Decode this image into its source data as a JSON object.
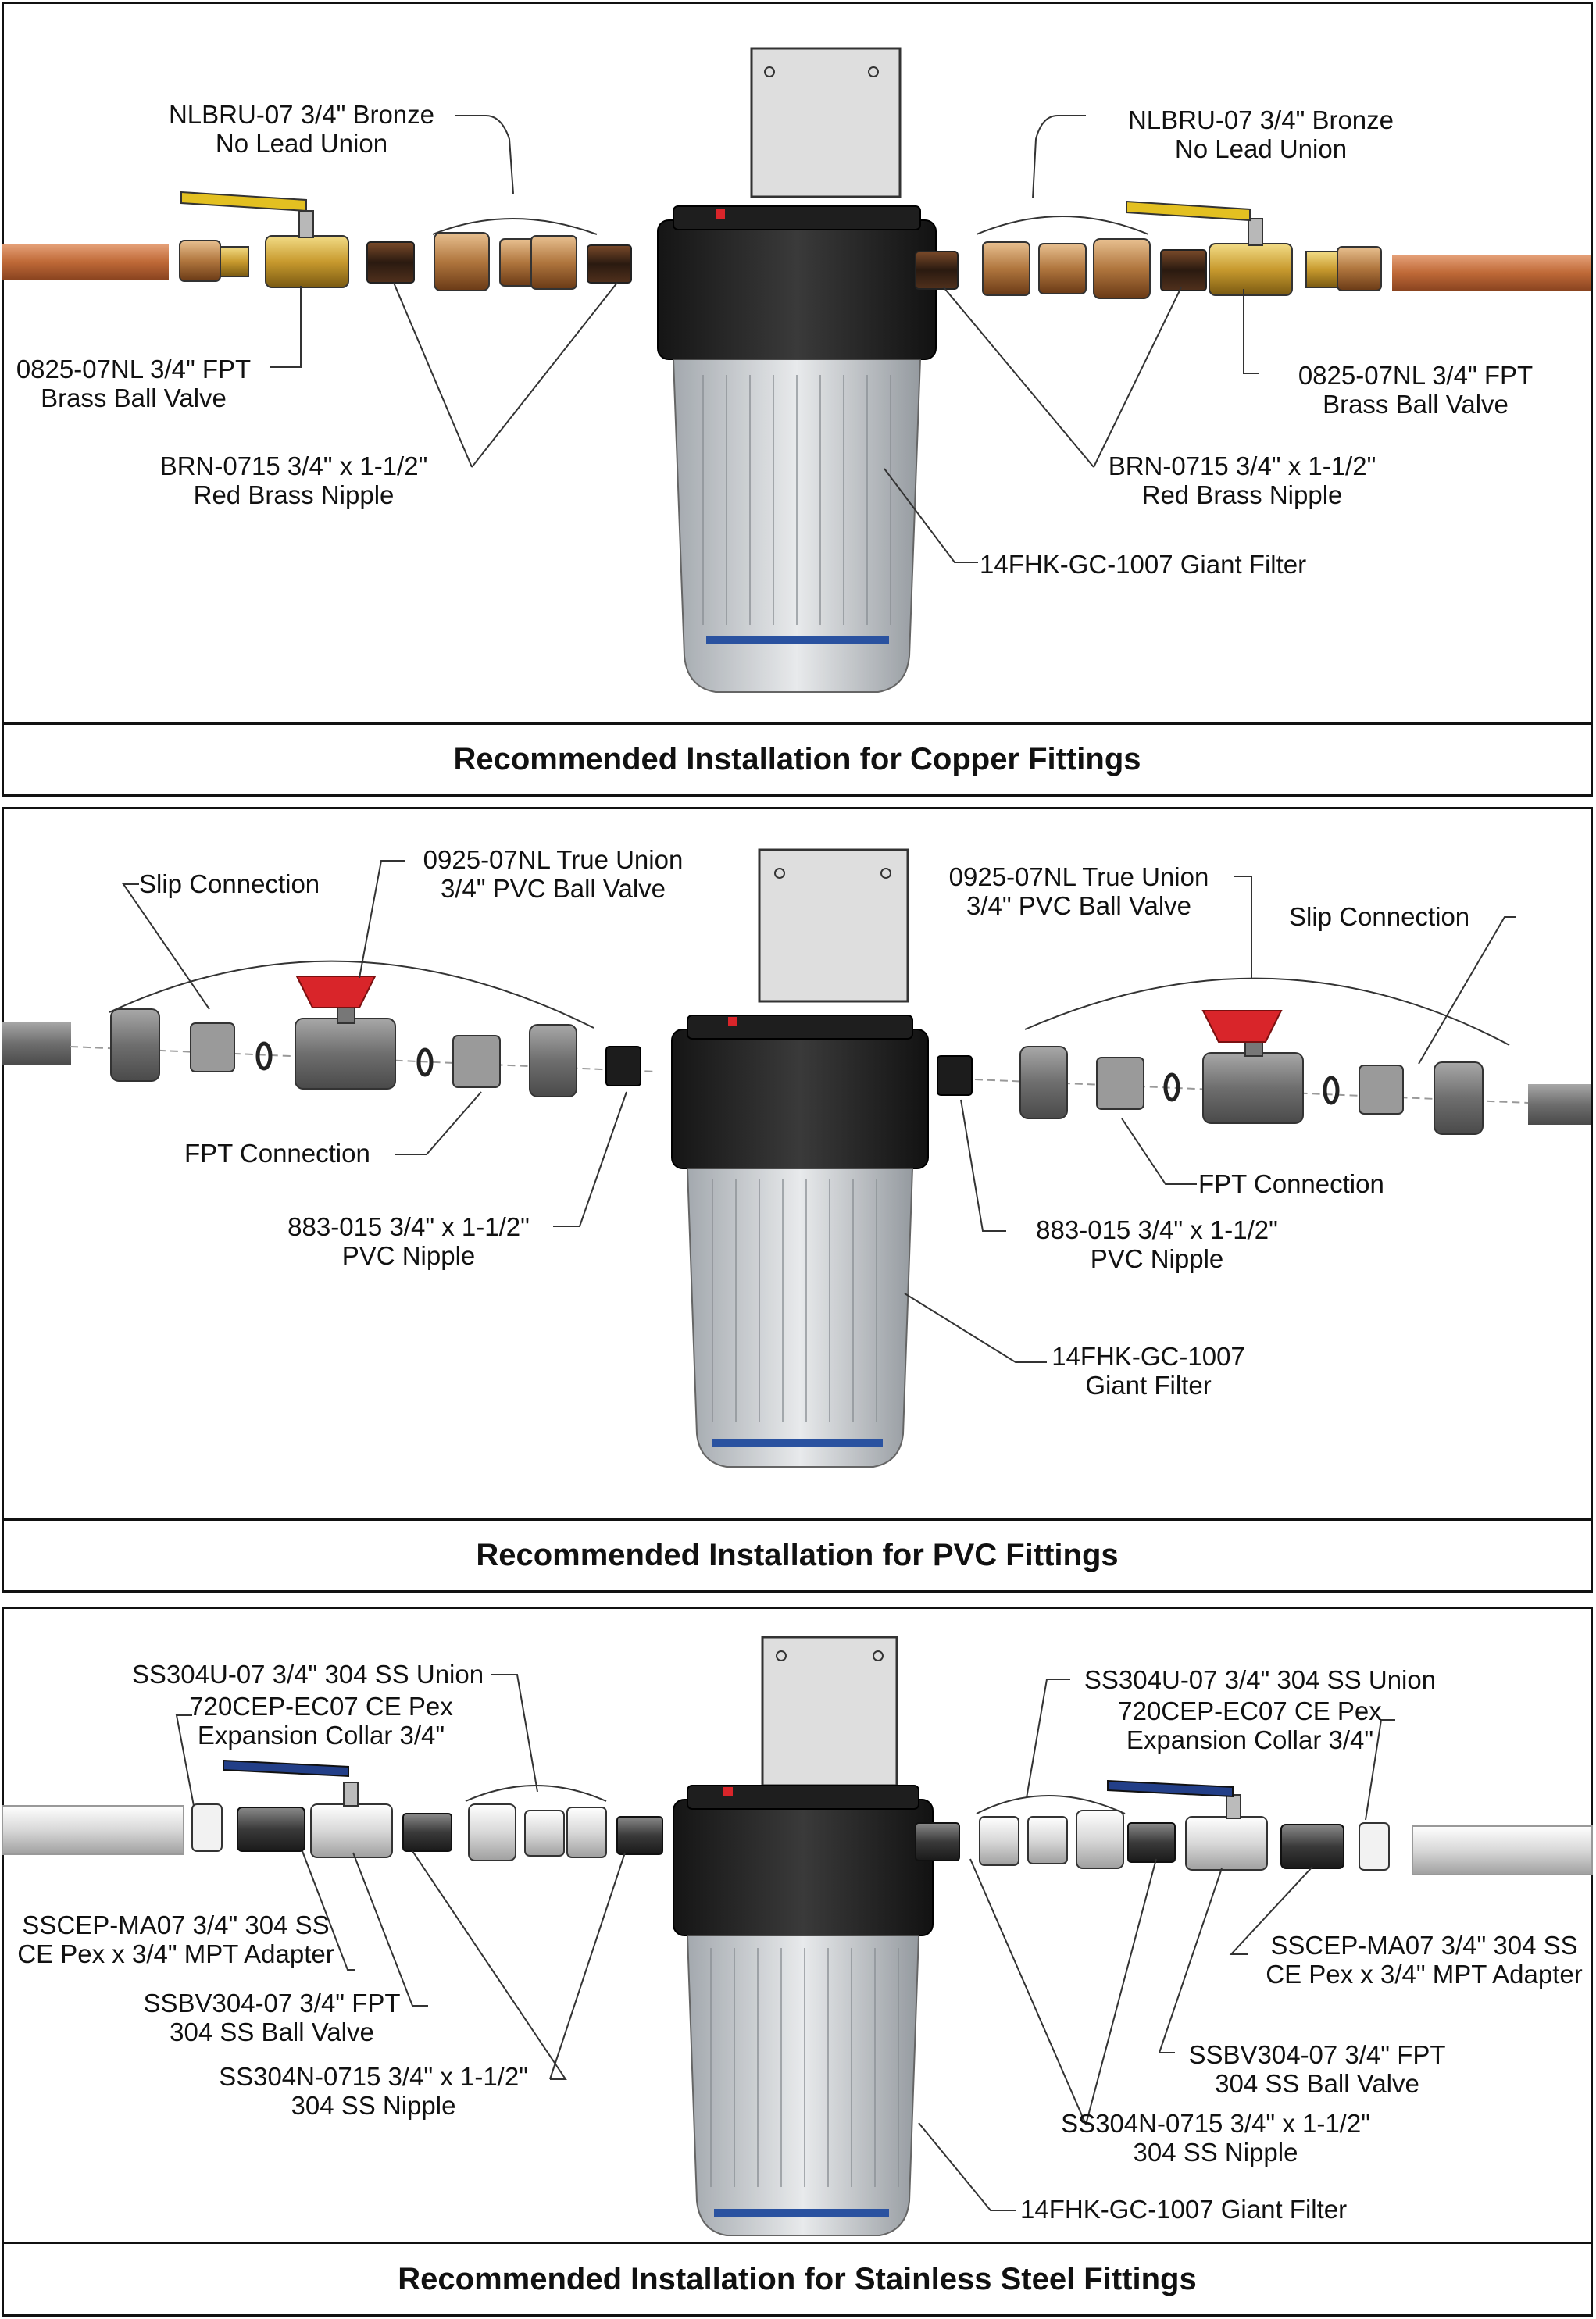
{
  "colors": {
    "copper": "#c47a4a",
    "brass": "#d8b040",
    "pvc_gray": "#8c8c8c",
    "stainless": "#e4e4e4",
    "filter_housing": "#2a2a2a",
    "filter_ring": "#2a52a0",
    "valve_handle_red": "#d9252a",
    "valve_handle_yellow": "#e3c021",
    "valve_handle_blue": "#233f88"
  },
  "panels": [
    {
      "caption": "Recommended Installation for Copper Fittings",
      "labels": {
        "union_left_1": "NLBRU-07 3/4\" Bronze",
        "union_left_2": "No Lead Union",
        "union_right_1": "NLBRU-07 3/4\" Bronze",
        "union_right_2": "No Lead Union",
        "valve_left_1": "0825-07NL 3/4\" FPT",
        "valve_left_2": "Brass Ball Valve",
        "valve_right_1": "0825-07NL 3/4\" FPT",
        "valve_right_2": "Brass Ball Valve",
        "nipple_left_1": "BRN-0715  3/4\" x 1-1/2\"",
        "nipple_left_2": "Red Brass Nipple",
        "nipple_right_1": "BRN-0715  3/4\" x 1-1/2\"",
        "nipple_right_2": "Red Brass Nipple",
        "filter": "14FHK-GC-1007 Giant Filter"
      }
    },
    {
      "caption": "Recommended Installation for PVC Fittings",
      "labels": {
        "slip_left": "Slip Connection",
        "slip_right": "Slip Connection",
        "valve_left_1": "0925-07NL True Union",
        "valve_left_2": "3/4\" PVC Ball Valve",
        "valve_right_1": "0925-07NL True Union",
        "valve_right_2": "3/4\" PVC Ball Valve",
        "fpt_left": "FPT Connection",
        "fpt_right": "FPT Connection",
        "nipple_left_1": "883-015 3/4\" x 1-1/2\"",
        "nipple_left_2": "PVC Nipple",
        "nipple_right_1": "883-015 3/4\" x 1-1/2\"",
        "nipple_right_2": "PVC Nipple",
        "filter_1": "14FHK-GC-1007",
        "filter_2": "Giant Filter"
      }
    },
    {
      "caption": "Recommended Installation for Stainless Steel Fittings",
      "labels": {
        "union_left": "SS304U-07 3/4\" 304 SS Union",
        "union_right": "SS304U-07 3/4\" 304 SS Union",
        "collar_left_1": "720CEP-EC07 CE Pex",
        "collar_left_2": "Expansion Collar 3/4\"",
        "collar_right_1": "720CEP-EC07 CE Pex",
        "collar_right_2": "Expansion Collar 3/4\"",
        "adapter_left_1": "SSCEP-MA07 3/4\" 304 SS",
        "adapter_left_2": "CE Pex x 3/4\" MPT Adapter",
        "adapter_right_1": "SSCEP-MA07 3/4\" 304 SS",
        "adapter_right_2": "CE Pex x 3/4\" MPT Adapter",
        "valve_left_1": "SSBV304-07 3/4\" FPT",
        "valve_left_2": "304 SS Ball Valve",
        "valve_right_1": "SSBV304-07 3/4\" FPT",
        "valve_right_2": "304 SS Ball Valve",
        "nipple_left_1": "SS304N-0715 3/4\" x 1-1/2\"",
        "nipple_left_2": "304 SS Nipple",
        "nipple_right_1": "SS304N-0715 3/4\" x 1-1/2\"",
        "nipple_right_2": "304 SS Nipple",
        "filter": "14FHK-GC-1007 Giant Filter"
      }
    }
  ]
}
